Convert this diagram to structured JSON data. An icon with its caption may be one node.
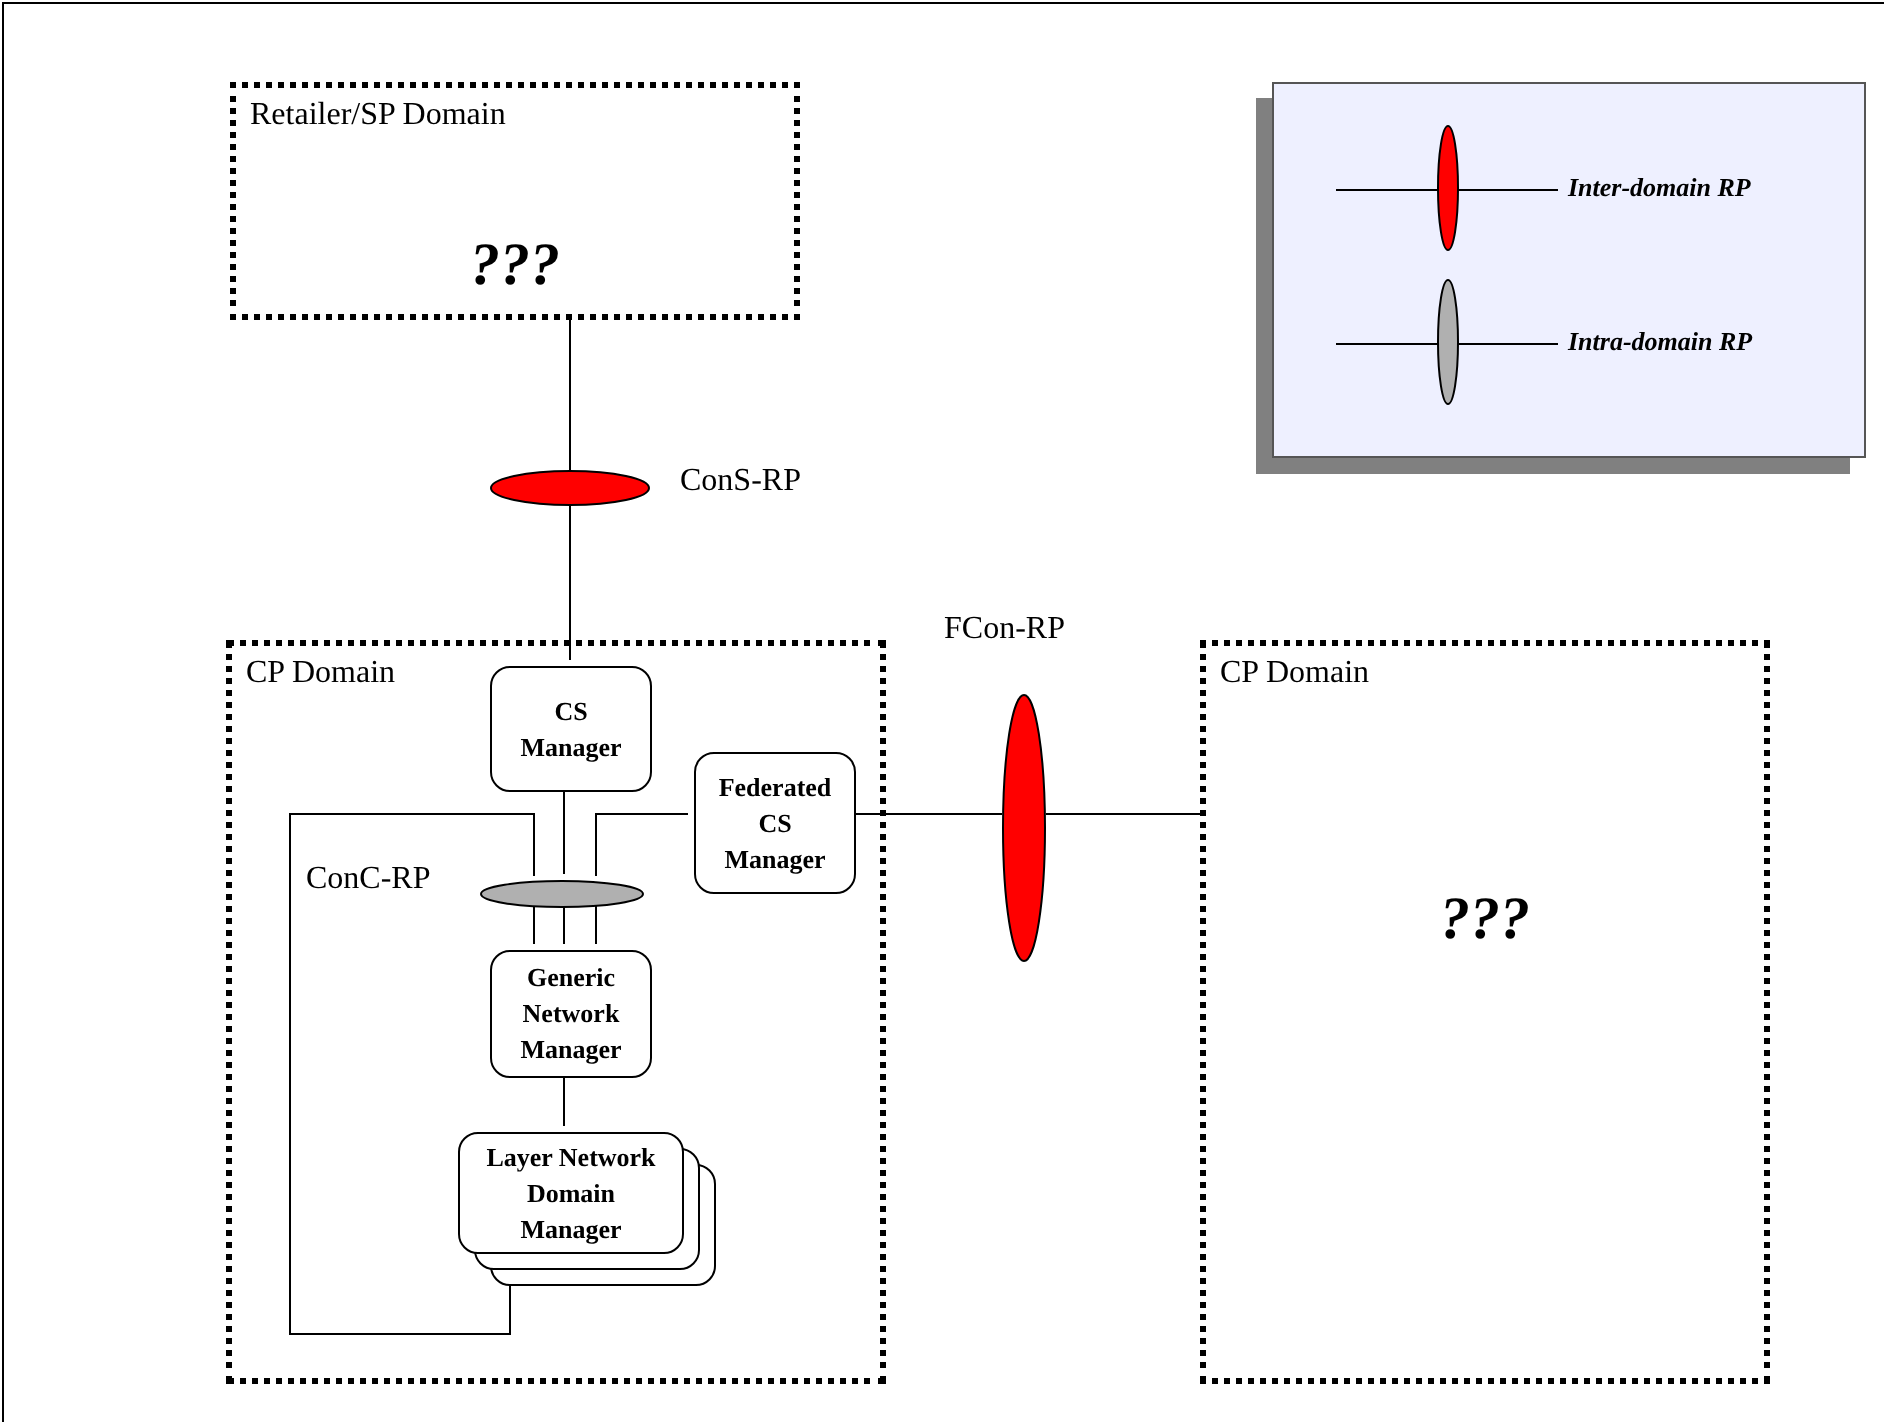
{
  "diagram": {
    "nodes": [
      {
        "text": [
          "Retailer/SP Domain",
          "???"
        ]
      },
      {
        "text": [
          "CP Domain"
        ]
      },
      {
        "text": [
          "CS Manager"
        ],
        "in": 1
      },
      {
        "text": [
          "Federated CS Manager"
        ],
        "in": 1
      },
      {
        "text": [
          "Generic Network Manager"
        ],
        "in": 1
      },
      {
        "text": [
          "Layer Network Domain Manager"
        ],
        "in": 1
      },
      {
        "text": [
          "CP Domain",
          "???"
        ]
      },
      {
        "text": [
          "ConS-RP"
        ]
      },
      {
        "text": [
          "FCon-RP"
        ]
      },
      {
        "text": [
          "ConC-RP"
        ],
        "in": 1
      }
    ],
    "edges": [
      {
        "from": 0,
        "to": 7,
        "arrow": "none"
      },
      {
        "from": 7,
        "to": 2,
        "arrow": "none"
      },
      {
        "from": 2,
        "to": 9,
        "arrow": "none"
      },
      {
        "from": 3,
        "to": 9,
        "arrow": "none"
      },
      {
        "from": 5,
        "to": 9,
        "arrow": "none"
      },
      {
        "from": 9,
        "to": 4,
        "arrow": "none"
      },
      {
        "from": 9,
        "to": 4,
        "arrow": "none"
      },
      {
        "from": 9,
        "to": 4,
        "arrow": "none"
      },
      {
        "from": 4,
        "to": 5,
        "arrow": "none"
      },
      {
        "from": 3,
        "to": 8,
        "arrow": "none"
      },
      {
        "from": 8,
        "to": 6,
        "arrow": "none"
      }
    ],
    "legend": [
      {
        "text": "Inter-domain RP",
        "color": "#ff0000"
      },
      {
        "text": "Intra-domain RP",
        "color": "#b0b0b0"
      }
    ]
  }
}
